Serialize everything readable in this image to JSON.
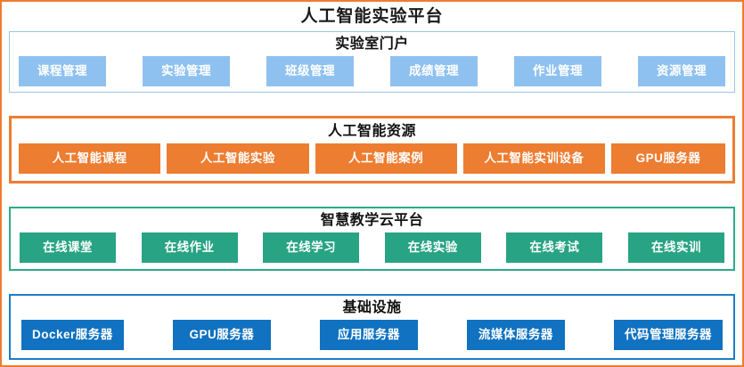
{
  "diagram": {
    "title": "人工智能实验平台",
    "frame_color": "#ED7D31",
    "layers": [
      {
        "name": "portal",
        "title": "实验室门户",
        "border_color": "#9DC3E6",
        "chip_color": "#8FC1F0",
        "chips": [
          "课程管理",
          "实验管理",
          "班级管理",
          "成绩管理",
          "作业管理",
          "资源管理"
        ]
      },
      {
        "name": "resource",
        "title": "人工智能资源",
        "border_color": "#ED7D31",
        "chip_color": "#ED7D31",
        "chips": [
          "人工智能课程",
          "人工智能实验",
          "人工智能案例",
          "人工智能实训设备",
          "GPU服务器"
        ]
      },
      {
        "name": "cloud",
        "title": "智慧教学云平台",
        "border_color": "#2EA98A",
        "chip_color": "#28A383",
        "chips": [
          "在线课堂",
          "在线作业",
          "在线学习",
          "在线实验",
          "在线考试",
          "在线实训"
        ]
      },
      {
        "name": "infrastructure",
        "title": "基础设施",
        "border_color": "#1F7BC4",
        "chip_color": "#1072C0",
        "chips": [
          "Docker服务器",
          "GPU服务器",
          "应用服务器",
          "流媒体服务器",
          "代码管理服务器"
        ]
      }
    ]
  }
}
